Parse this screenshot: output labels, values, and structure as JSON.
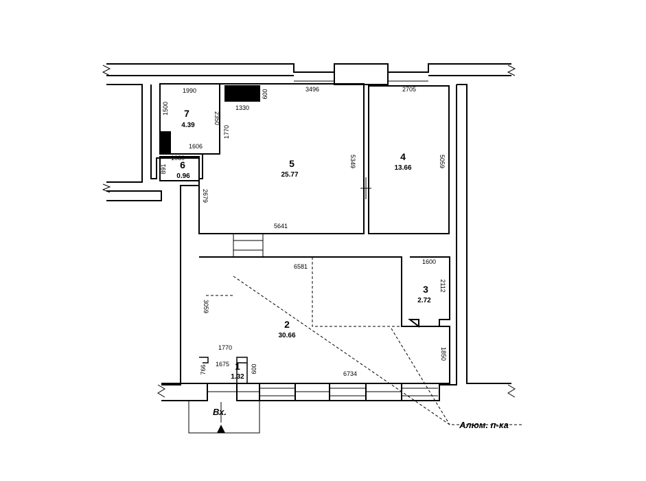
{
  "rooms": {
    "r1": {
      "number": "1",
      "area": "1.32"
    },
    "r2": {
      "number": "2",
      "area": "30.66"
    },
    "r3": {
      "number": "3",
      "area": "2.72"
    },
    "r4": {
      "number": "4",
      "area": "13.66"
    },
    "r5": {
      "number": "5",
      "area": "25.77"
    },
    "r6": {
      "number": "6",
      "area": "0.96"
    },
    "r7": {
      "number": "7",
      "area": "4.39"
    }
  },
  "dims": {
    "d1990": "1990",
    "d1500": "1500",
    "d2350": "2350",
    "d1330": "1330",
    "d600a": "600",
    "d3496": "3496",
    "d2705": "2705",
    "d1770a": "1770",
    "d1606": "1606",
    "d1080": "1080",
    "d891": "891",
    "d2679": "2679",
    "d5349": "5349",
    "d5059": "5059",
    "d5641": "5641",
    "d6581": "6581",
    "d3059": "3059",
    "d1600": "1600",
    "d2112": "2112",
    "d1850": "1850",
    "d1770b": "1770",
    "d1675": "1675",
    "d766": "766",
    "d600b": "600",
    "d6734": "6734"
  },
  "labels": {
    "entrance": "Вх.",
    "window_note": "Алюм. п-ка"
  }
}
